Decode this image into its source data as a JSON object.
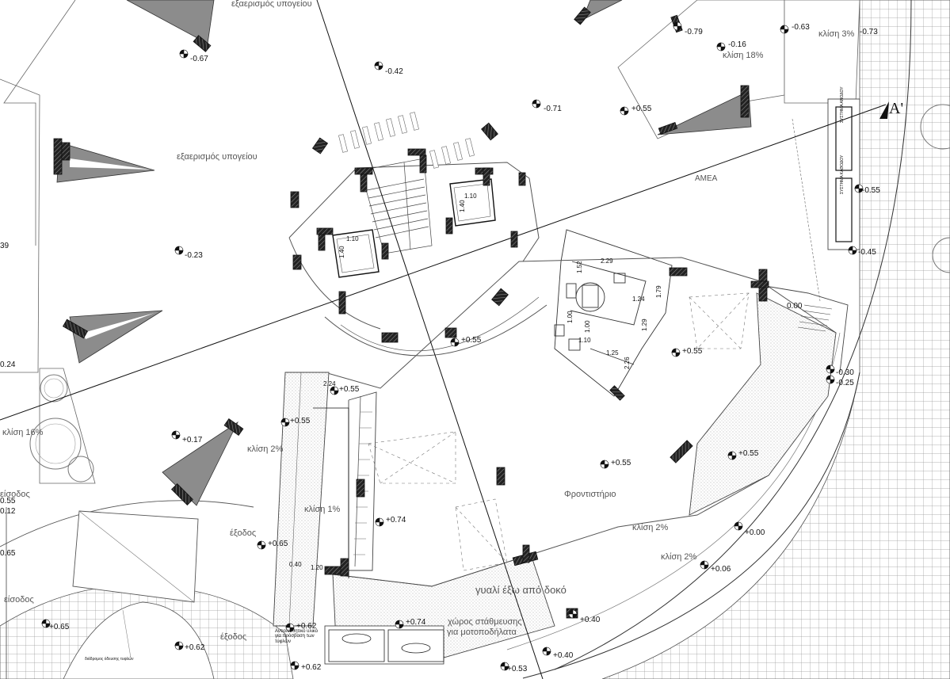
{
  "plan": {
    "basement_equipment_top": "εξαερισμός υπογείου",
    "basement_equipment_left": "εξαερισμός υπογείου",
    "ramp_slope_3": "κλίση 3%",
    "ramp_slope_18": "κλίση 18%",
    "ramp_slope_16": "κλίση 16%",
    "ramp_slope_2a": "κλίση 2%",
    "ramp_slope_1": "κλίση 1%",
    "ramp_slope_2b": "κλίση 2%",
    "ramp_slope_2c": "κλίση 2%",
    "amea": "ΑΜΕΑ",
    "section_mark": "A'",
    "reception": "Φροντιστήριο",
    "glass_roof": "γυαλί έξω από δοκό",
    "moto_parking_line1": "χώρος στάθμευσης",
    "moto_parking_line2": "για μοτοποδήλατα",
    "exit_1": "έξοδος",
    "exit_2": "έξοδος",
    "entrance_1": "είσοδος",
    "entrance_2": "είσοδος",
    "antiskid_note": "Αντιολισθητικό υλικό για πρόσβαση των τυφλών",
    "path_note": "διάδρομος όδευσης τυφλών",
    "panel_1": "ΣΥΣΤΗΜΑ ΑΝΟΔΟΥ",
    "panel_2": "ΣΥΣΤΗΜΑ ΚΑΘΟΔΟΥ"
  },
  "elevators": [
    {
      "w": "1.10",
      "d": "1.40"
    },
    {
      "w": "1.10",
      "d": "1.40"
    }
  ],
  "dimensions": [
    "2.29",
    "1.24",
    "1.79",
    "1.00",
    "1.00",
    "1.10",
    "1.25",
    "1.29",
    "1.52",
    "2.26",
    "2.24",
    "0.40",
    "1.20"
  ],
  "levels": [
    "-0.67",
    "-0.42",
    "-0.71",
    "-0.79",
    "-0.16",
    "-0.63",
    "-0.73",
    "+0.55",
    "-0.23",
    "-0.55",
    "-0.45",
    "0.00",
    "+0.55",
    "+0.55",
    "-0.30",
    "-0.25",
    "+0.55",
    "+0.55",
    "+0.17",
    "+0.55",
    "+0.55",
    "+0.74",
    "+0.65",
    "+0.62",
    "+0.62",
    "+0.74",
    "+0.65",
    "+0.62",
    "+0.53",
    "+0.40",
    "+0.40",
    "+0.06",
    "+0.00",
    "0.24",
    "0.55",
    "0.12",
    "0.65",
    "39"
  ]
}
